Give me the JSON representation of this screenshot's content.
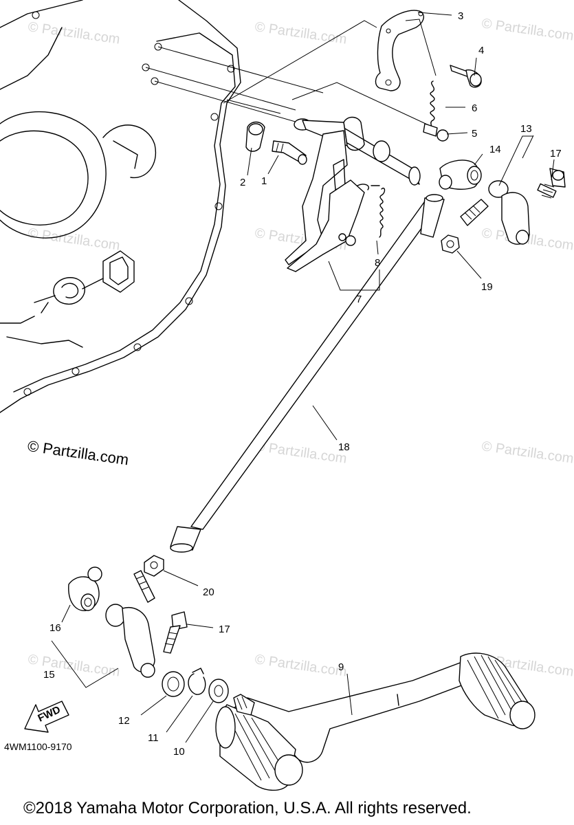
{
  "diagram": {
    "parts": [
      {
        "id": "1",
        "label": "1"
      },
      {
        "id": "2",
        "label": "2"
      },
      {
        "id": "3",
        "label": "3"
      },
      {
        "id": "4",
        "label": "4"
      },
      {
        "id": "5",
        "label": "5"
      },
      {
        "id": "6",
        "label": "6"
      },
      {
        "id": "7",
        "label": "7"
      },
      {
        "id": "8",
        "label": "8"
      },
      {
        "id": "9",
        "label": "9"
      },
      {
        "id": "10",
        "label": "10"
      },
      {
        "id": "11",
        "label": "11"
      },
      {
        "id": "12",
        "label": "12"
      },
      {
        "id": "13",
        "label": "13"
      },
      {
        "id": "14",
        "label": "14"
      },
      {
        "id": "15",
        "label": "15"
      },
      {
        "id": "16",
        "label": "16"
      },
      {
        "id": "17a",
        "label": "17"
      },
      {
        "id": "17b",
        "label": "17"
      },
      {
        "id": "18",
        "label": "18"
      },
      {
        "id": "19",
        "label": "19"
      },
      {
        "id": "20",
        "label": "20"
      }
    ],
    "fwd_label": "FWD",
    "diagram_code": "4WM1100-9170"
  },
  "watermark": {
    "text": "© Partzilla.com",
    "main_text": "© Partzilla.com"
  },
  "footer": {
    "copyright": "©2018 Yamaha Motor Corporation, U.S.A. All rights reserved."
  }
}
